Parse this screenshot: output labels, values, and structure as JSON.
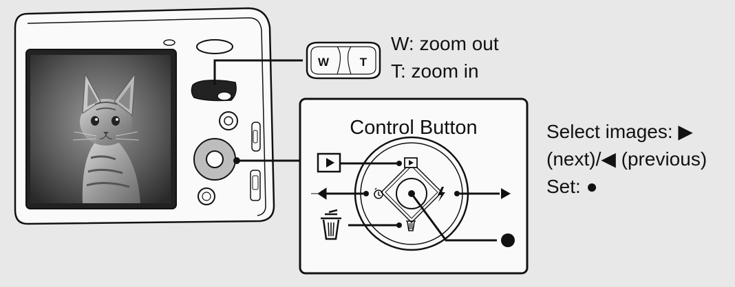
{
  "zoom_lever": {
    "w_letter": "W",
    "t_letter": "T",
    "w_label": "W: zoom out",
    "t_label": "T: zoom in"
  },
  "control_button": {
    "title": "Control Button"
  },
  "instructions": {
    "line1": "Select images: ▶",
    "line2": "(next)/◀ (previous)",
    "line3": "Set: ●"
  },
  "colors": {
    "background": "#e8e8e8",
    "line": "#111111",
    "camera_body": "#fafafa",
    "screen_dark": "#2a2a2a"
  },
  "icons": {
    "playback": "playback-icon",
    "trash": "trash-icon",
    "timer": "self-timer-icon",
    "flash": "flash-icon"
  }
}
